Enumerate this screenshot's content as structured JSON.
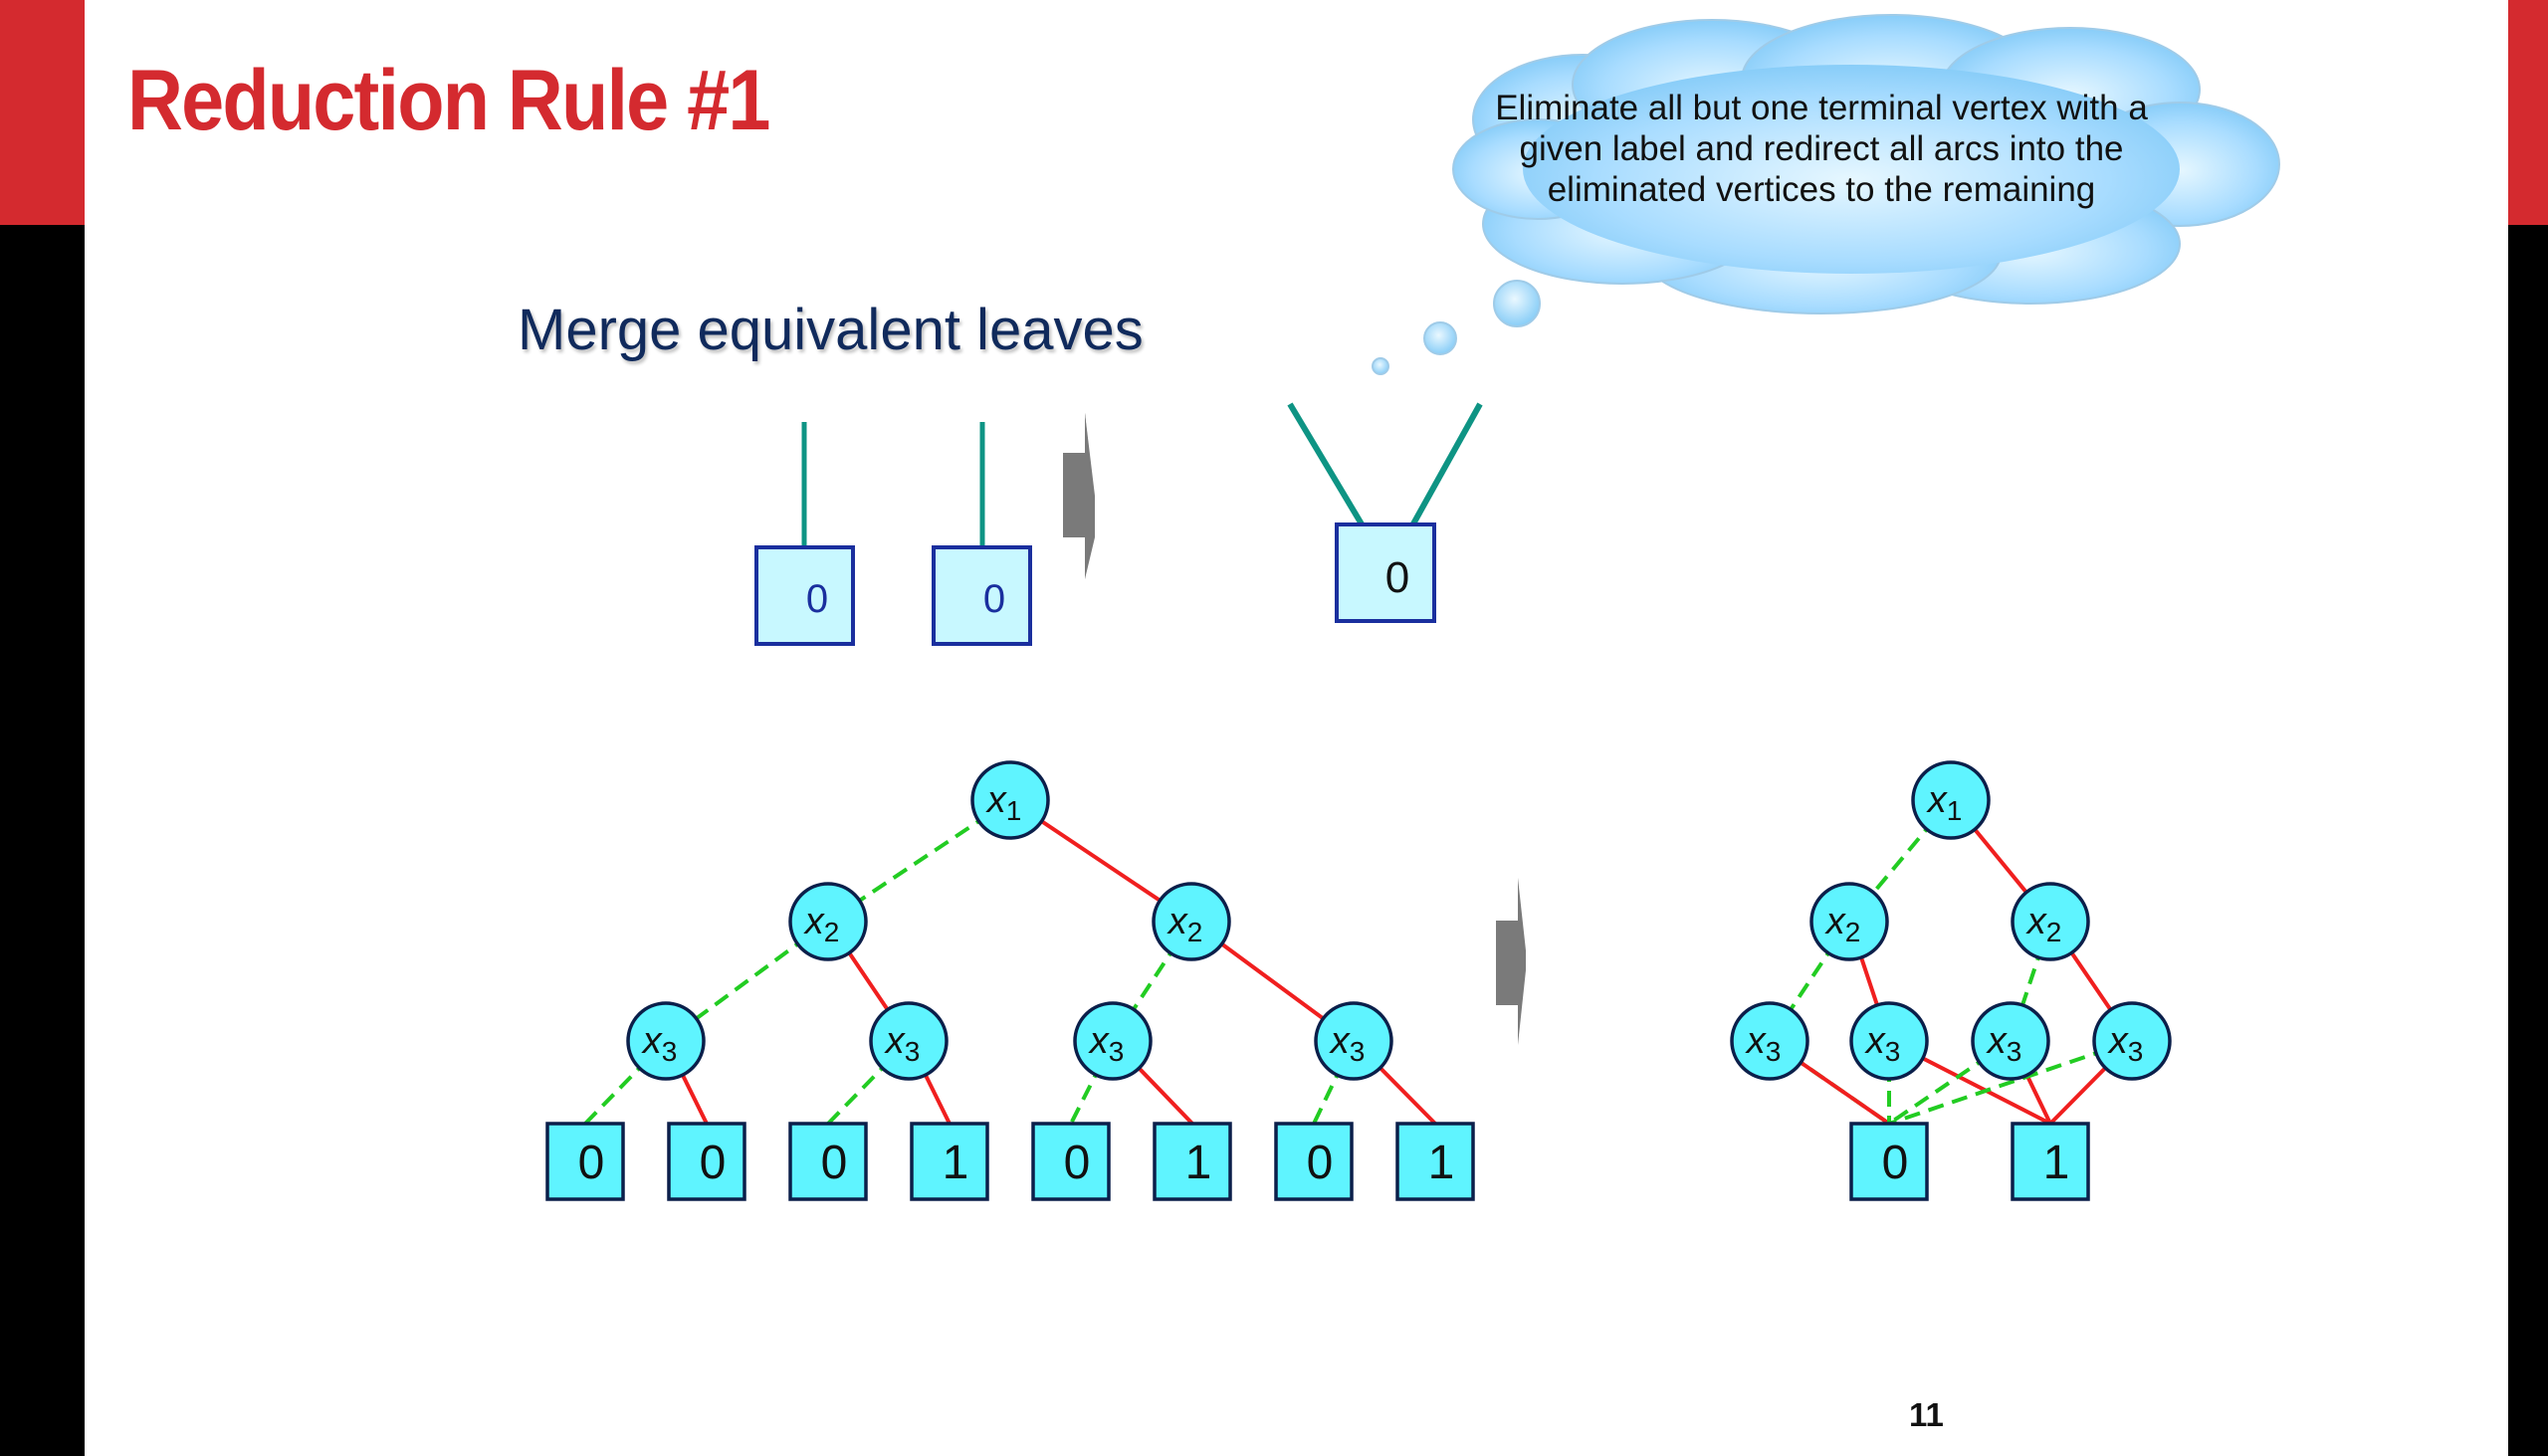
{
  "slide": {
    "title": "Reduction Rule #1",
    "subtitle": "Merge equivalent leaves",
    "cloud_text": "Eliminate all but one terminal vertex with a given label and redirect all arcs into the eliminated vertices to the remaining",
    "page_number": "11"
  },
  "simple_example": {
    "before_leaves": [
      "0",
      "0"
    ],
    "after_leaf": "0"
  },
  "bdd_before": {
    "nodes": [
      {
        "id": "a",
        "var": "x",
        "sub": "1"
      },
      {
        "id": "b",
        "var": "x",
        "sub": "2"
      },
      {
        "id": "c",
        "var": "x",
        "sub": "2"
      },
      {
        "id": "d",
        "var": "x",
        "sub": "3"
      },
      {
        "id": "e",
        "var": "x",
        "sub": "3"
      },
      {
        "id": "f",
        "var": "x",
        "sub": "3"
      },
      {
        "id": "g",
        "var": "x",
        "sub": "3"
      }
    ],
    "leaves": [
      "0",
      "0",
      "0",
      "1",
      "0",
      "1",
      "0",
      "1"
    ],
    "edges": [
      {
        "from": "a",
        "to": "b",
        "type": "low"
      },
      {
        "from": "a",
        "to": "c",
        "type": "high"
      },
      {
        "from": "b",
        "to": "d",
        "type": "low"
      },
      {
        "from": "b",
        "to": "e",
        "type": "high"
      },
      {
        "from": "c",
        "to": "f",
        "type": "low"
      },
      {
        "from": "c",
        "to": "g",
        "type": "high"
      },
      {
        "from": "d",
        "to": "L0",
        "type": "low"
      },
      {
        "from": "d",
        "to": "L1",
        "type": "high"
      },
      {
        "from": "e",
        "to": "L2",
        "type": "low"
      },
      {
        "from": "e",
        "to": "L3",
        "type": "high"
      },
      {
        "from": "f",
        "to": "L4",
        "type": "low"
      },
      {
        "from": "f",
        "to": "L5",
        "type": "high"
      },
      {
        "from": "g",
        "to": "L6",
        "type": "low"
      },
      {
        "from": "g",
        "to": "L7",
        "type": "high"
      }
    ]
  },
  "bdd_after": {
    "nodes": [
      {
        "id": "a",
        "var": "x",
        "sub": "1"
      },
      {
        "id": "b",
        "var": "x",
        "sub": "2"
      },
      {
        "id": "c",
        "var": "x",
        "sub": "2"
      },
      {
        "id": "d",
        "var": "x",
        "sub": "3"
      },
      {
        "id": "e",
        "var": "x",
        "sub": "3"
      },
      {
        "id": "f",
        "var": "x",
        "sub": "3"
      },
      {
        "id": "g",
        "var": "x",
        "sub": "3"
      }
    ],
    "leaves": [
      "0",
      "1"
    ],
    "edges": [
      {
        "from": "a",
        "to": "b",
        "type": "low"
      },
      {
        "from": "a",
        "to": "c",
        "type": "high"
      },
      {
        "from": "b",
        "to": "d",
        "type": "low"
      },
      {
        "from": "b",
        "to": "e",
        "type": "high"
      },
      {
        "from": "c",
        "to": "f",
        "type": "low"
      },
      {
        "from": "c",
        "to": "g",
        "type": "high"
      },
      {
        "from": "d",
        "to": "L0",
        "type": "low"
      },
      {
        "from": "d",
        "to": "L0",
        "type": "high"
      },
      {
        "from": "e",
        "to": "L0",
        "type": "low"
      },
      {
        "from": "e",
        "to": "L1",
        "type": "high"
      },
      {
        "from": "f",
        "to": "L0",
        "type": "low"
      },
      {
        "from": "f",
        "to": "L1",
        "type": "high"
      },
      {
        "from": "g",
        "to": "L0",
        "type": "low"
      },
      {
        "from": "g",
        "to": "L1",
        "type": "high"
      }
    ]
  },
  "colors": {
    "title_red": "#d42a2f",
    "sidebar_black": "#000000",
    "node_fill": "#5ff4ff",
    "node_stroke": "#0b1f4a",
    "leaf_fill_light": "#c8f8ff",
    "leaf_stroke_blue": "#1a2f9e",
    "high_edge": "#f01f1f",
    "low_edge": "#22cc22",
    "teal_edge": "#0e9484",
    "arrow_gray": "#7a7a7a"
  }
}
